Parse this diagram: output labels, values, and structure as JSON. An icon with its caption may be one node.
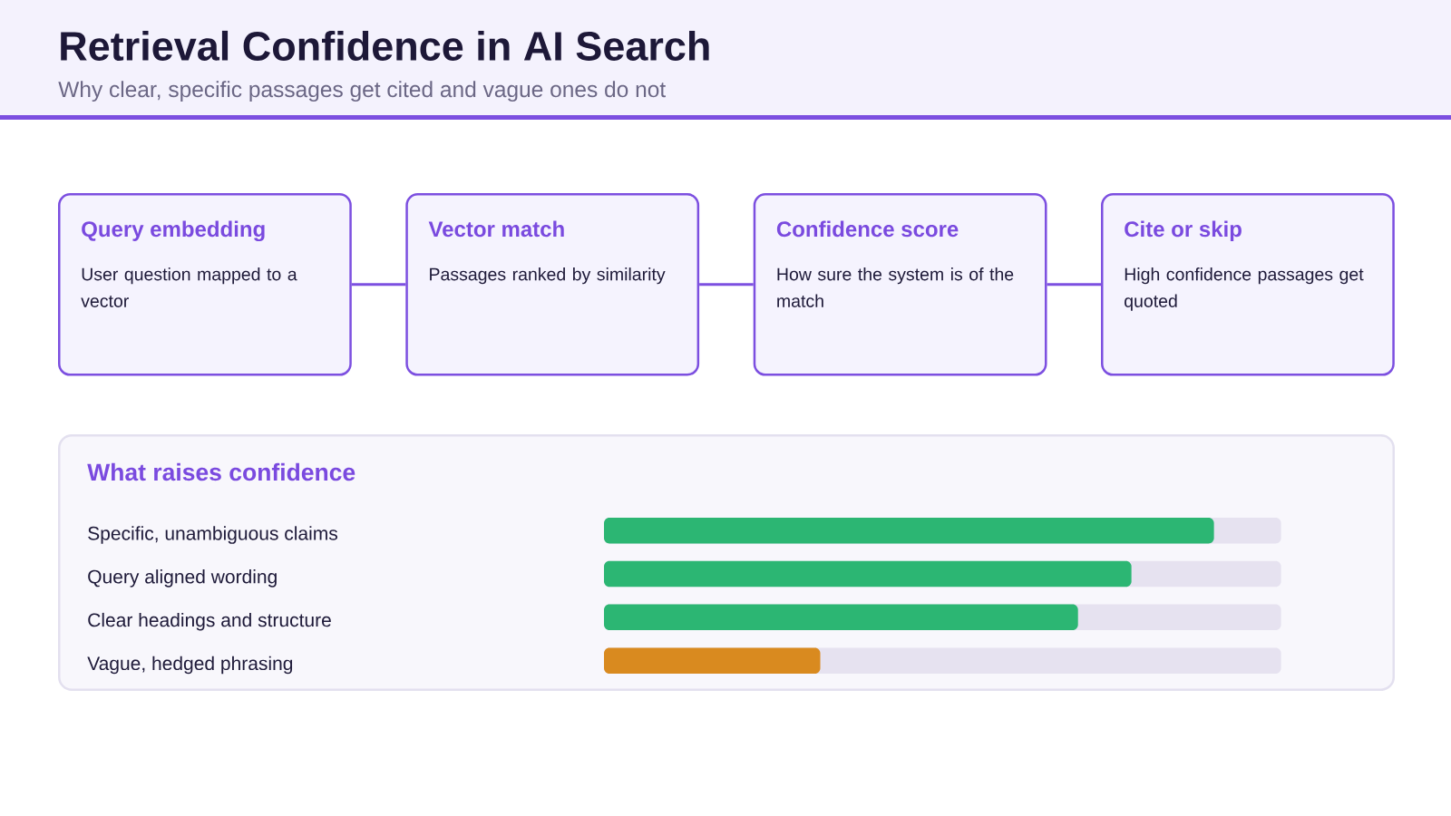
{
  "diagram": {
    "title": "Retrieval Confidence in AI Search",
    "nodes": [
      {
        "text": [
          "Query embedding",
          "User question mapped to a vector"
        ]
      },
      {
        "text": [
          "Vector match",
          "Passages ranked by similarity"
        ]
      },
      {
        "text": [
          "Confidence score",
          "How sure the system is of the match"
        ]
      },
      {
        "text": [
          "Cite or skip",
          "High confidence passages get quoted"
        ]
      },
      {
        "text": [
          "What raises confidence"
        ]
      }
    ],
    "edges": [
      {
        "from": 0,
        "to": 1,
        "arrow": "none"
      },
      {
        "from": 1,
        "to": 2,
        "arrow": "none"
      },
      {
        "from": 2,
        "to": 3,
        "arrow": "none"
      }
    ],
    "labels": [
      "Why clear, specific passages get cited and vague ones do not",
      "Specific, unambiguous claims",
      "Query aligned wording",
      "Clear headings and structure",
      "Vague, hedged phrasing"
    ]
  }
}
